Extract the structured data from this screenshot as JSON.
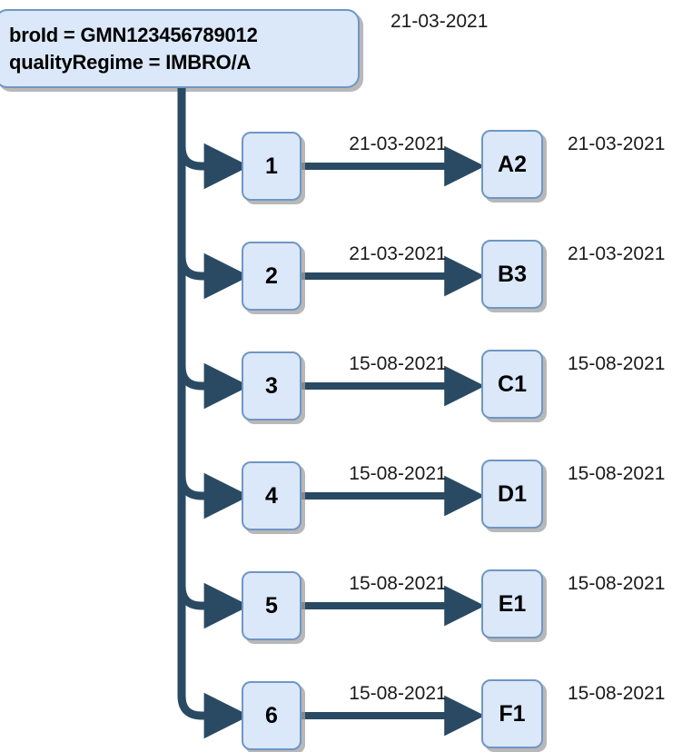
{
  "diagram": {
    "root": {
      "name": "root-node",
      "lines": [
        "broId = GMN123456789012",
        "qualityRegime = IMBRO/A"
      ],
      "date": "21-03-2021"
    },
    "colors": {
      "box_fill": "#dbe8f9",
      "box_border": "#7096c4",
      "connector": "#2a4a63",
      "shadow": "#a0a0a0",
      "text": "#000000"
    },
    "rows": [
      {
        "source": "1",
        "edge_label": "21-03-2021",
        "target": "A2",
        "date": "21-03-2021"
      },
      {
        "source": "2",
        "edge_label": "21-03-2021",
        "target": "B3",
        "date": "21-03-2021"
      },
      {
        "source": "3",
        "edge_label": "15-08-2021",
        "target": "C1",
        "date": "15-08-2021"
      },
      {
        "source": "4",
        "edge_label": "15-08-2021",
        "target": "D1",
        "date": "15-08-2021"
      },
      {
        "source": "5",
        "edge_label": "15-08-2021",
        "target": "E1",
        "date": "15-08-2021"
      },
      {
        "source": "6",
        "edge_label": "15-08-2021",
        "target": "F1",
        "date": "15-08-2021"
      }
    ]
  }
}
